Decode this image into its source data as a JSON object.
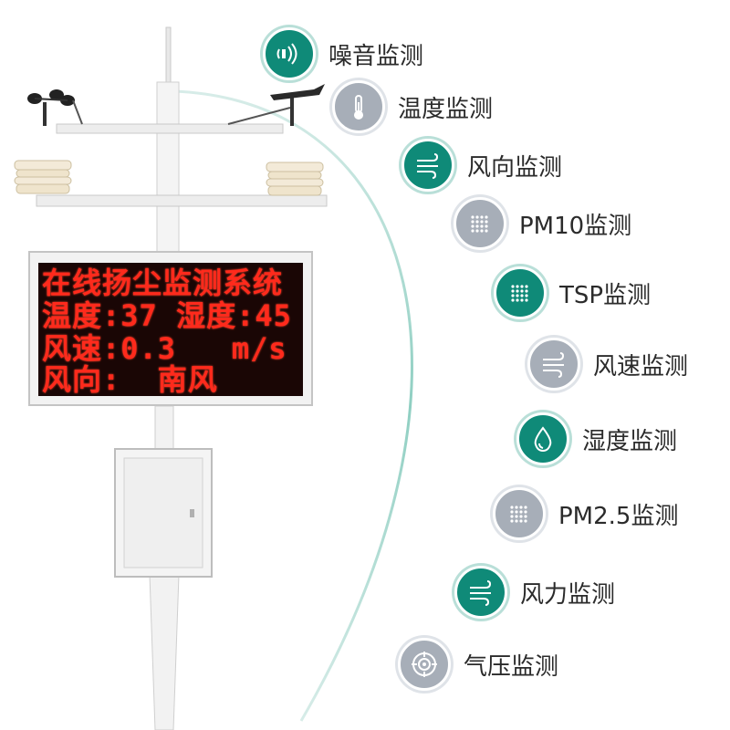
{
  "display": {
    "line1": "在线扬尘监测系统",
    "line2": "温度:37 湿度:45",
    "line3": "风速:0.3   m/s",
    "line4": "风向:  南风"
  },
  "monitors": [
    {
      "label": "噪音监测",
      "icon": "sound-waves-icon",
      "style": "green"
    },
    {
      "label": "温度监测",
      "icon": "thermometer-icon",
      "style": "grey"
    },
    {
      "label": "风向监测",
      "icon": "wind-icon",
      "style": "green"
    },
    {
      "label": "PM10监测",
      "icon": "particle-grid-icon",
      "style": "grey"
    },
    {
      "label": "TSP监测",
      "icon": "particle-grid-icon",
      "style": "green"
    },
    {
      "label": "风速监测",
      "icon": "wind-icon",
      "style": "grey"
    },
    {
      "label": "湿度监测",
      "icon": "water-drop-icon",
      "style": "green"
    },
    {
      "label": "PM2.5监测",
      "icon": "particle-grid-icon",
      "style": "grey"
    },
    {
      "label": "风力监测",
      "icon": "wind-icon",
      "style": "green"
    },
    {
      "label": "气压监测",
      "icon": "pressure-target-icon",
      "style": "grey"
    }
  ],
  "colors": {
    "accent_green": "#0f8a78",
    "badge_grey": "#a7aeb8",
    "led_red": "#ff2a1c"
  }
}
